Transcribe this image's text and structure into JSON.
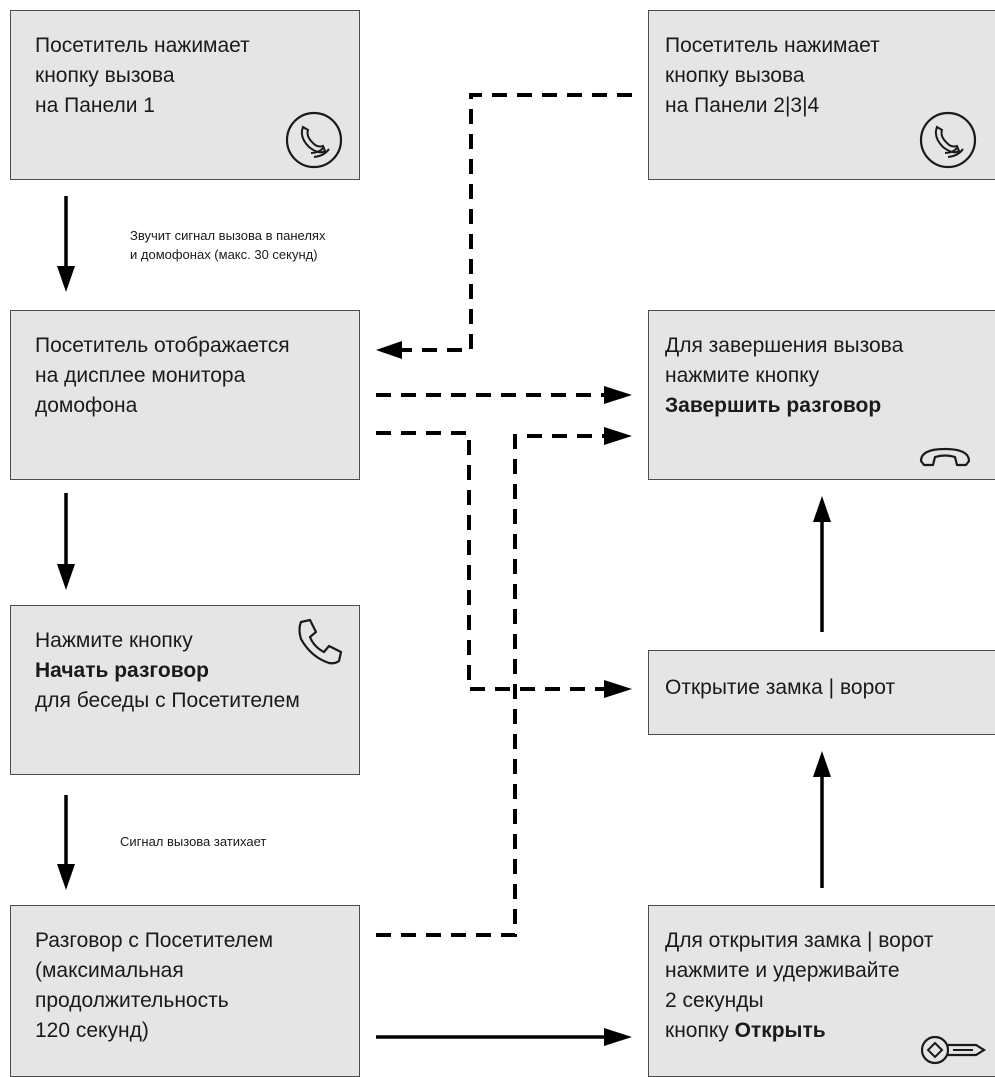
{
  "boxes": {
    "panel1": [
      "Посетитель нажимает",
      "кнопку вызова",
      "на Панели 1"
    ],
    "panel234": [
      "Посетитель нажимает",
      "кнопку вызова",
      "на Панели 2|3|4"
    ],
    "display": [
      "Посетитель отображается",
      "на дисплее монитора",
      "домофона"
    ],
    "end_call": {
      "line1": "Для завершения вызова",
      "line2": "нажмите кнопку",
      "line3": "Завершить разговор"
    },
    "start_call": {
      "line1": "Нажмите кнопку",
      "line2": "Начать разговор",
      "line3": "для беседы с Посетителем"
    },
    "open_lock": {
      "line1": "Открытие замка | ворот"
    },
    "talk": [
      "Разговор с Посетителем",
      "(максимальная",
      "продолжительность",
      "120 секунд)"
    ],
    "hold_open": {
      "line1": "Для открытия замка | ворот",
      "line2": "нажмите и удерживайте",
      "line3": "2 секунды",
      "line4_prefix": "кнопку ",
      "line4_bold": "Открыть"
    }
  },
  "notes": {
    "ringing": [
      "Звучит сигнал вызова в панелях",
      "и домофонах (макс. 30 секунд)"
    ],
    "fading": "Сигнал вызова затихает"
  },
  "icons": {
    "bell": "doorbell-icon",
    "handset_down": "hang-up-icon",
    "handset": "phone-icon",
    "key": "key-icon"
  },
  "colors": {
    "box_fill": "#e5e5e5",
    "box_border": "#4d4d4d",
    "line": "#000000"
  }
}
